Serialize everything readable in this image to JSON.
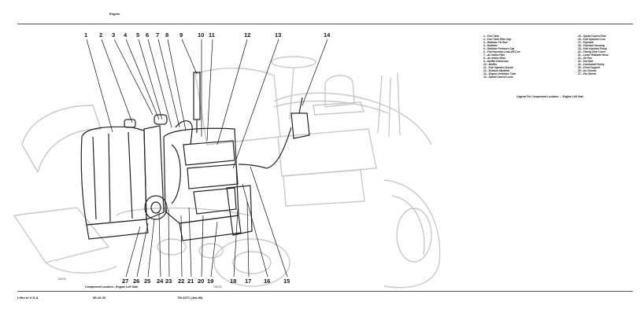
{
  "header": {
    "title": "Engine"
  },
  "diagram": {
    "callouts_top": [
      "1",
      "2",
      "3",
      "4",
      "5",
      "6",
      "7",
      "8",
      "9",
      "10",
      "11",
      "12",
      "13",
      "14"
    ],
    "callouts_bottom": [
      "27",
      "26",
      "25",
      "24",
      "23",
      "22",
      "21",
      "20",
      "19",
      "18",
      "17",
      "16",
      "15"
    ],
    "ref_left": "T84730",
    "ref_bottom": "T84732"
  },
  "legend": {
    "col1": [
      "1—Fuel Tank",
      "2—Fuel Tank Filler Cap",
      "3—Radiator Tie Rod",
      "4—Radiator",
      "5—Radiator Pressure Cap",
      "6—Fuel Injection Leak-Off Line",
      "7—Air Intake Pipe",
      "8—Air Intake Hose",
      "9—Muffler Extension",
      "10—Muffler",
      "11—Fuel Injection Nozzle",
      "12—Exhaust Manifold",
      "13—Engine Ventilator Tube",
      "14—Speed Control Lever"
    ],
    "col2": [
      "15—Speed Control Rod",
      "16—Fuel Injection Line",
      "17—Flywheel",
      "18—Flywheel Housing",
      "19—Fuel Injection Pump",
      "20—Timing Gear Cover",
      "21—Lower Radiator Hose",
      "22—Oil Pan",
      "23—Fan Belt",
      "24—Crankshaft Pulley",
      "25—Front Support",
      "26—Air Cleaner",
      "27—Fan Shield"
    ],
    "title": "Legend For Component Location — Engine Left Side"
  },
  "caption": "Component Location - Engine Left Side",
  "footer": {
    "left": "Litho in U.S.A.",
    "mid": "55-10-33",
    "right": "TM-1671 (Jan-96)"
  }
}
